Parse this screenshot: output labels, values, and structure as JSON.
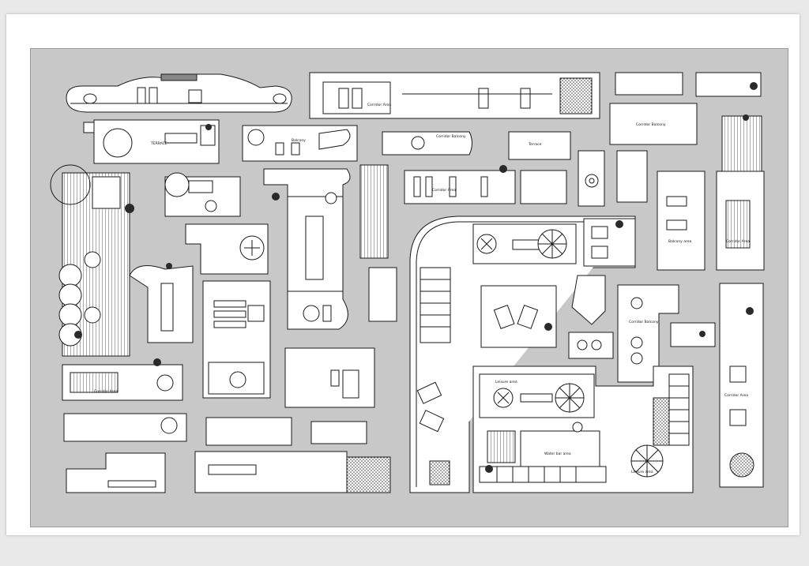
{
  "colors": {
    "background": "#e9e9e9",
    "sheet": "#ffffff",
    "canvas": "#c8c8c8",
    "room_fill": "#ffffff",
    "line": "#1a1a1a",
    "vegetation": "#2a2a2a"
  },
  "rooms": [
    {
      "id": "R01",
      "label": "TERRACE"
    },
    {
      "id": "R02",
      "label": "Corridor Area"
    },
    {
      "id": "R03",
      "label": "Balcony"
    },
    {
      "id": "R04",
      "label": "Corridor Balcony"
    },
    {
      "id": "R05",
      "label": "Terrace"
    },
    {
      "id": "R06",
      "label": "Corridor Balcony"
    },
    {
      "id": "R07",
      "label": "Corridor Area"
    },
    {
      "id": "R08",
      "label": "Balcony area"
    },
    {
      "id": "R09",
      "label": "Corridor Area"
    },
    {
      "id": "R10",
      "label": "Corridor Balcony"
    },
    {
      "id": "R11",
      "label": "Leisure area"
    },
    {
      "id": "R12",
      "label": "Water bar area"
    },
    {
      "id": "R13",
      "label": "Corridor Area"
    },
    {
      "id": "R14",
      "label": "Leisure area"
    },
    {
      "id": "R15",
      "label": "Corridor Area"
    }
  ]
}
